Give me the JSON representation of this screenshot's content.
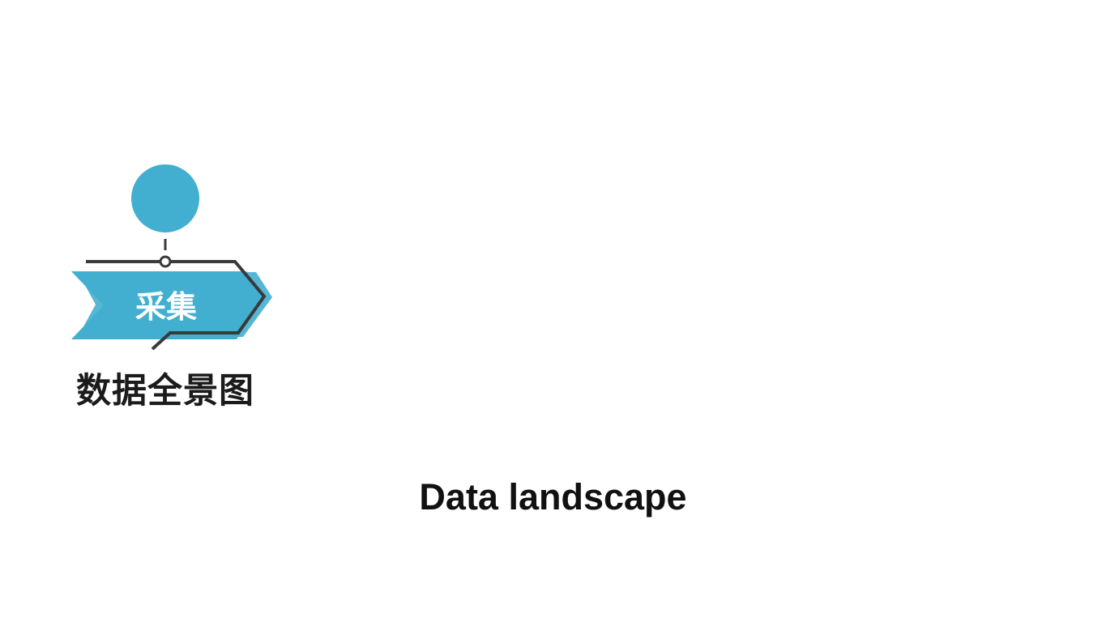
{
  "colors": {
    "accent": "#42afd0",
    "line": "#3a3a3a",
    "title_text": "#1b1b1b",
    "banner_text": "#ffffff"
  },
  "stage": {
    "banner_label": "采集",
    "marker_icon": "circle-node-icon",
    "connector_icon": "pin-connector-icon"
  },
  "section_title": "数据全景图",
  "caption": "Data landscape"
}
